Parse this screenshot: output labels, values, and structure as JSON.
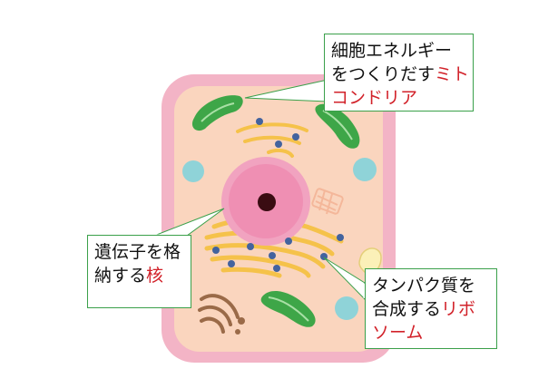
{
  "colors": {
    "cell_fill": "#fad5be",
    "cell_wall": "#f3b4c6",
    "nucleus": "#ef8fb3",
    "nucleolus": "#3a0c12",
    "mitochondria": "#3ea648",
    "golgi": "#f5c24a",
    "ribosome": "#43639e",
    "vacuole": "#8fd3d8",
    "callout_border": "#3aa04a",
    "accent_text": "#d2222a"
  },
  "callouts": {
    "mitochondria": {
      "line1": "細胞エネルギー",
      "line2_prefix": "をつくりだす",
      "line2_accent": "ミト",
      "line3_accent": "コンドリア"
    },
    "nucleus": {
      "line1": "遺伝子を格",
      "line2_prefix": "納する",
      "line2_accent": "核"
    },
    "ribosome": {
      "line1": "タンパク質を",
      "line2_prefix": "合成する",
      "line2_accent": "リボ",
      "line3_accent": "ソーム"
    }
  }
}
